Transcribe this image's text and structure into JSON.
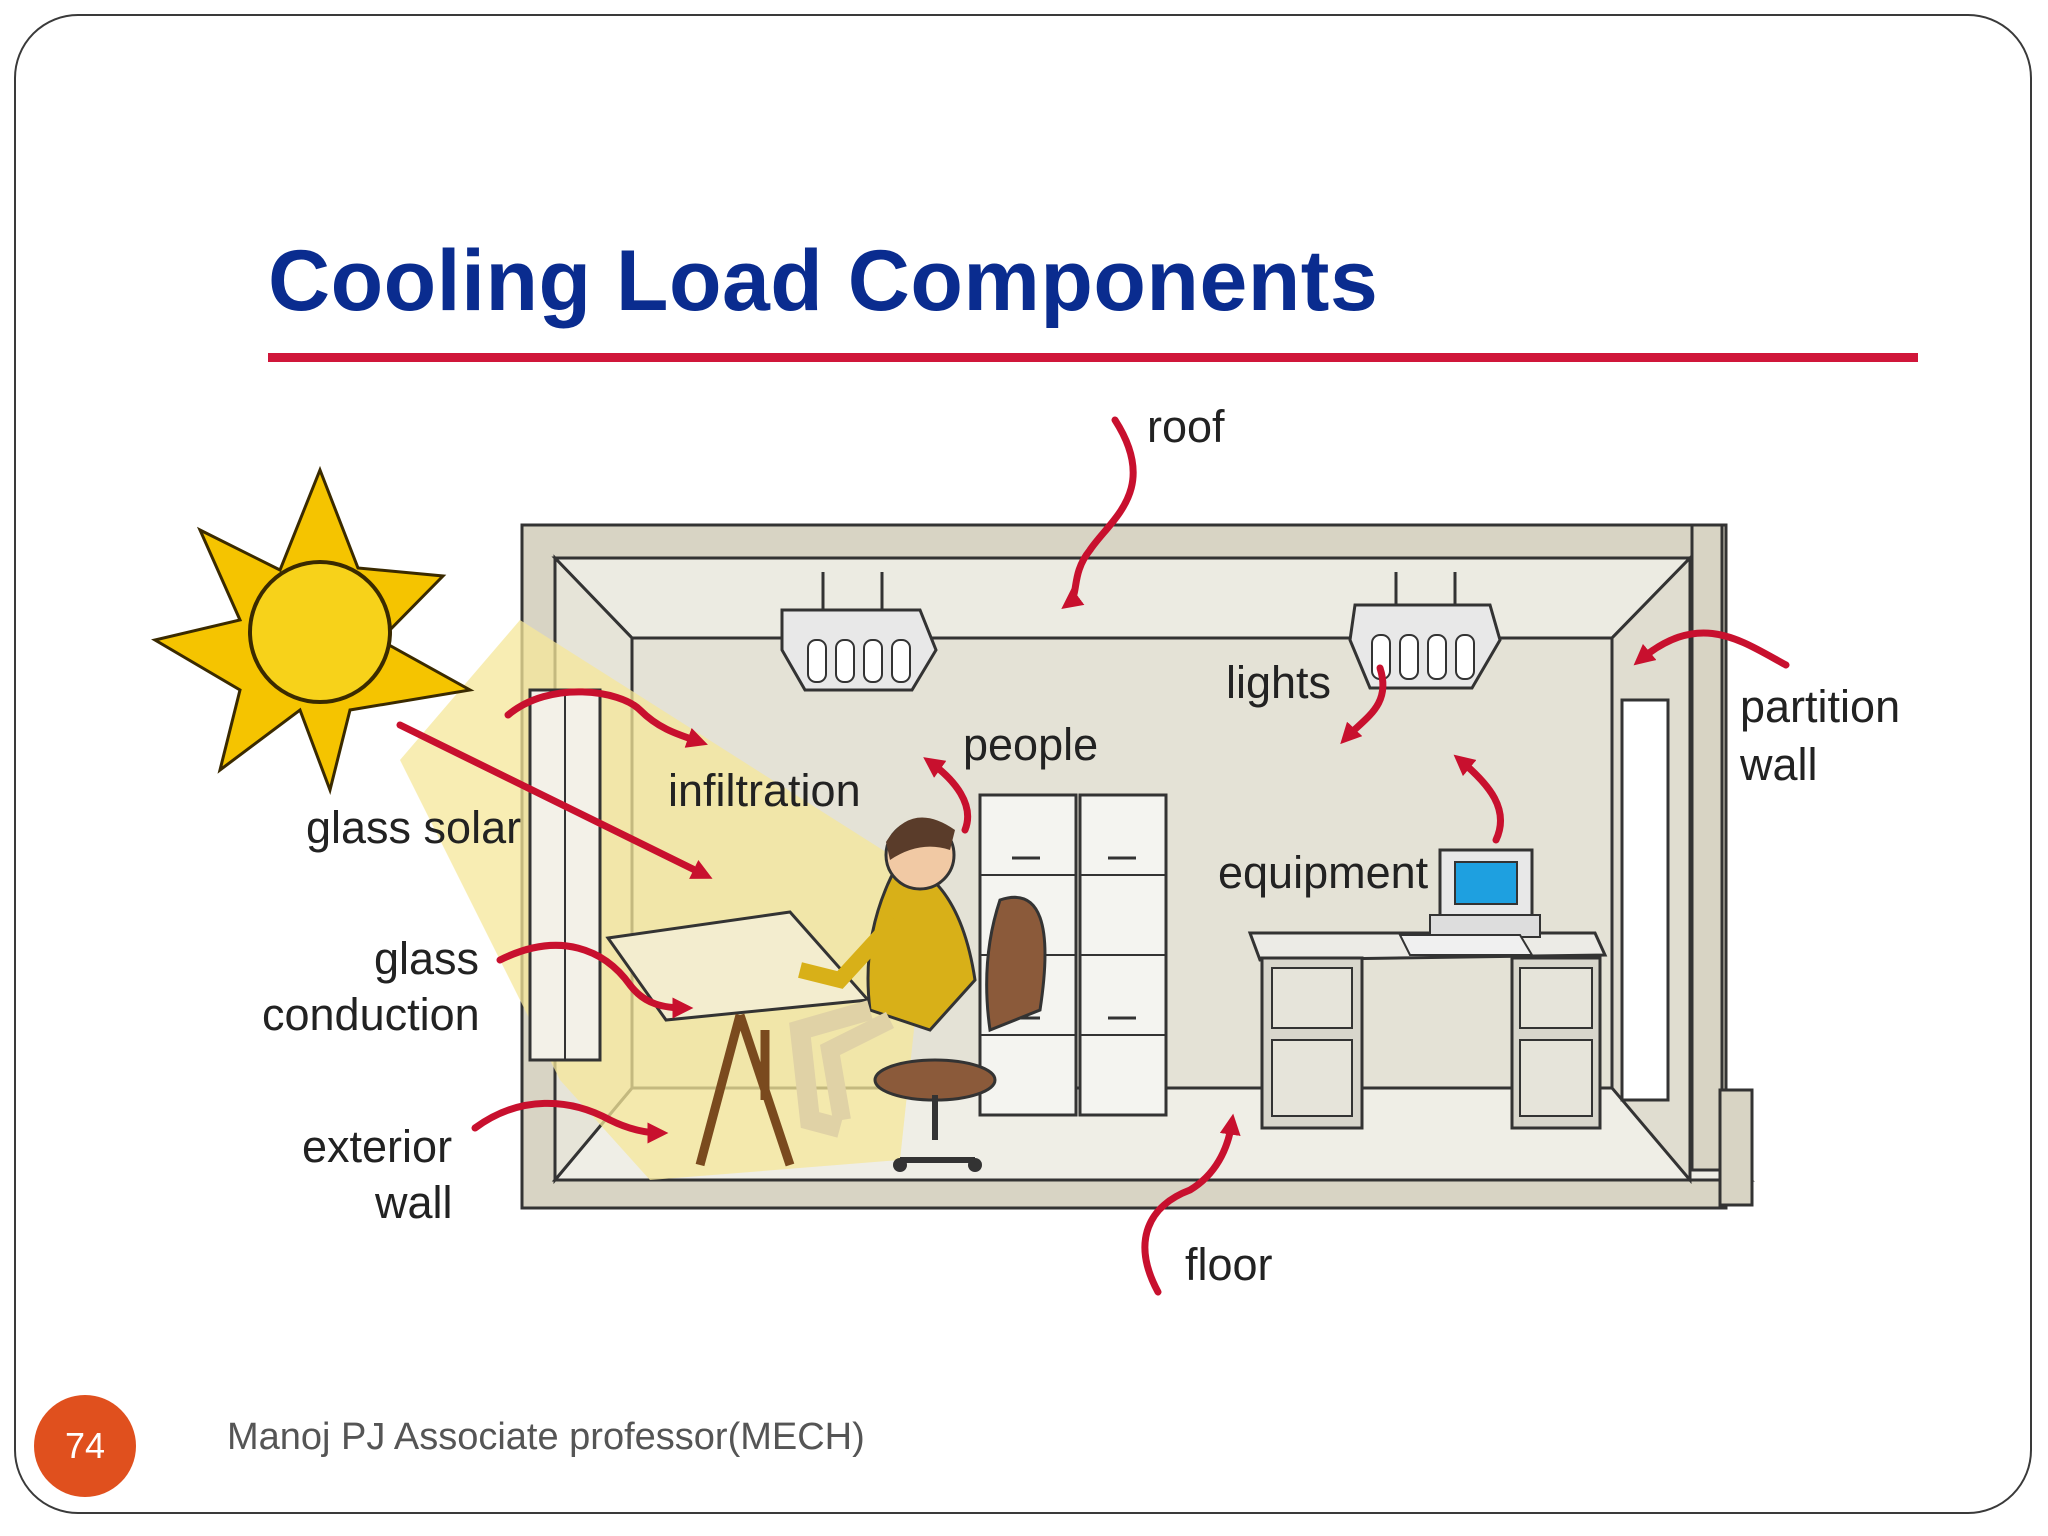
{
  "slide": {
    "title": "Cooling Load Components",
    "number": "74",
    "footer": "Manoj PJ Associate professor(MECH)"
  },
  "diagram": {
    "labels": {
      "roof": "roof",
      "lights": "lights",
      "partition_wall_1": "partition",
      "partition_wall_2": "wall",
      "people": "people",
      "infiltration": "infiltration",
      "glass_solar": "glass solar",
      "glass_conduction_1": "glass",
      "glass_conduction_2": "conduction",
      "equipment": "equipment",
      "exterior_wall_1": "exterior",
      "exterior_wall_2": "wall",
      "floor": "floor"
    }
  },
  "colors": {
    "title": "#0a2c8f",
    "title_rule": "#d0163a",
    "arrow": "#c8102e",
    "sun": "#f5c400",
    "room_wall": "#d8d4c4",
    "slide_number_badge": "#e0501e"
  }
}
